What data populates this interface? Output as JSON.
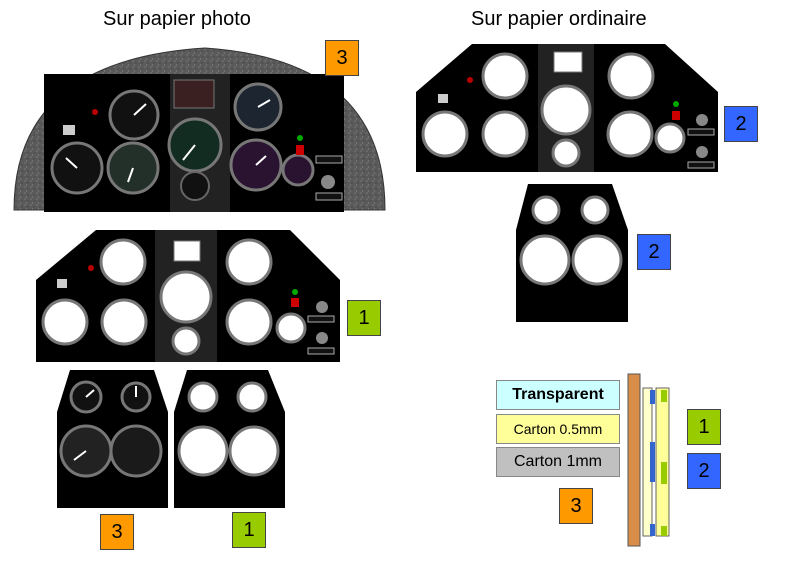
{
  "titles": {
    "photo": "Sur papier photo",
    "ordinary": "Sur papier ordinaire"
  },
  "badges": [
    {
      "id": "b-photo-main",
      "label": "3",
      "color": "#ff9900"
    },
    {
      "id": "b-ord-main",
      "label": "2",
      "color": "#3366ff"
    },
    {
      "id": "b-ord-small",
      "label": "2",
      "color": "#3366ff"
    },
    {
      "id": "b-mid-main",
      "label": "1",
      "color": "#99cc00"
    },
    {
      "id": "b-bottom-photo",
      "label": "3",
      "color": "#ff9900"
    },
    {
      "id": "b-bottom-mid",
      "label": "1",
      "color": "#99cc00"
    },
    {
      "id": "b-legend-1",
      "label": "1",
      "color": "#99cc00"
    },
    {
      "id": "b-legend-2",
      "label": "2",
      "color": "#3366ff"
    },
    {
      "id": "b-legend-3",
      "label": "3",
      "color": "#ff9900"
    }
  ],
  "legend": [
    {
      "label": "Transparent",
      "color": "#ccffff"
    },
    {
      "label": "Carton 0.5mm",
      "color": "#ffff99"
    },
    {
      "label": "Carton 1mm",
      "color": "#c0c0c0"
    }
  ]
}
